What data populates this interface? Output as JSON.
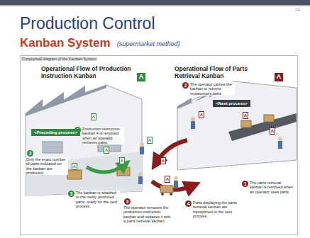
{
  "diagram": {
    "title": "Production Control",
    "nodes": [
      {
        "text": [
          "A"
        ]
      },
      {
        "text": [
          "A"
        ]
      },
      {
        "text": [
          "2"
        ]
      },
      {
        "text": [
          "<Next process>"
        ]
      },
      {
        "text": [
          "1"
        ]
      },
      {
        "text": [
          "<Preceding process>"
        ]
      },
      {
        "text": [
          "2"
        ]
      },
      {
        "text": [
          "1"
        ]
      },
      {
        "text": [
          "3"
        ]
      },
      {
        "text": [
          "3"
        ]
      },
      {
        "text": [
          "4"
        ]
      }
    ],
    "labels": [
      "24",
      "Kanban System",
      "(supermarket method)",
      "Conceptual diagram of the Kanban System",
      "Operational Flow of Production Instruction Kanban",
      "Operational Flow of Parts Retrieval Kanban",
      "The operator carries the kanban to retrieve replacement parts.",
      "Production instruction kanban A is removed when an operator retrieves parts.",
      "Only the exact number of parts indicated on the kanban are produced.",
      "The parts retrieval kanban is removed when an operator uses parts.",
      "The kanban is attached to the newly produced parts, ready for the next process.",
      "The operator removes the production-instruction kanban and replaces it with a parts retrieval kanban.",
      "Parts displaying the parts retrieval kanban are transported to the next process.",
      "A",
      "A",
      "A",
      "A",
      "A",
      "A",
      "A",
      "A",
      "A",
      "A"
    ]
  }
}
